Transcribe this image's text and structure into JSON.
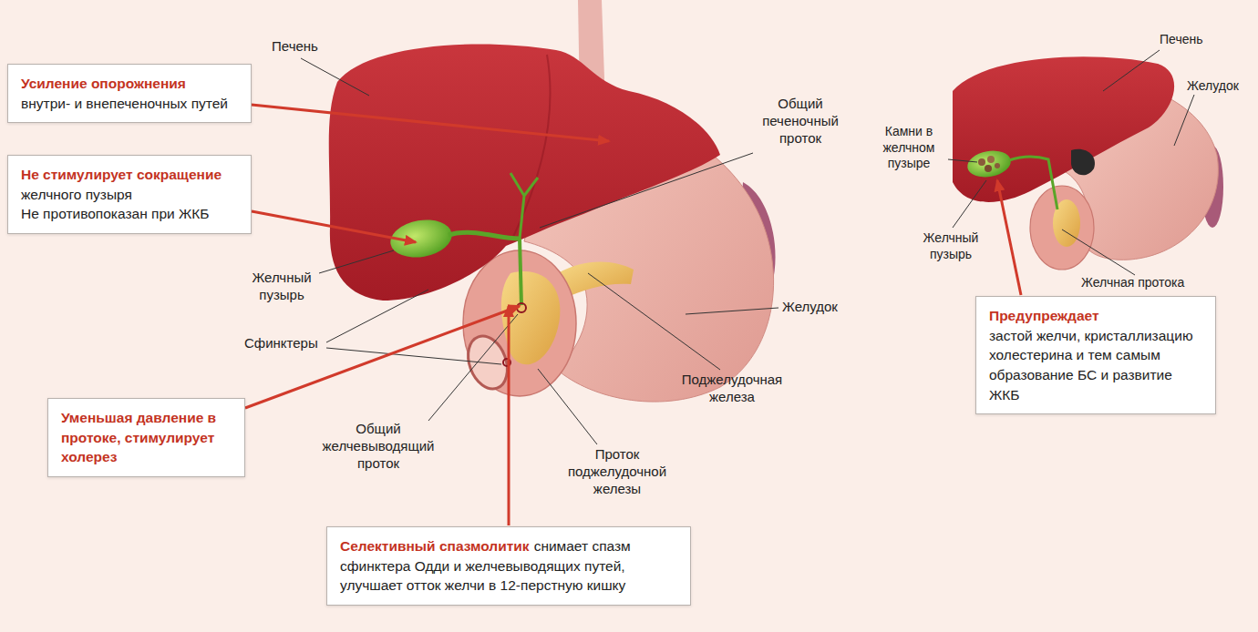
{
  "diagram": {
    "nodes": [
      {
        "text": [
          "Усиление опорожнения",
          "внутри- и внепеченочных путей"
        ]
      },
      {
        "text": [
          "Не стимулирует сокращение",
          "желчного пузыря",
          "Не противопоказан при ЖКБ"
        ]
      },
      {
        "text": [
          "Уменьшая давление в протоке, стимулирует холерез"
        ]
      },
      {
        "text": [
          "Селективный спазмолитик",
          "снимает спазм сфинктера Одди и желчевыводящих путей, улучшает отток желчи в 12-перстную кишку"
        ]
      },
      {
        "text": [
          "Предупреждает",
          "застой желчи, кристаллизацию холестерина и тем самым образование БС и развитие ЖКБ"
        ]
      }
    ],
    "labels": [
      "Печень",
      "Общий печеночный проток",
      "Желчный пузырь",
      "Сфинктеры",
      "Желудок",
      "Поджелудочная железа",
      "Общий желчевыводящий проток",
      "Проток поджелудочной железы",
      "Печень",
      "Желудок",
      "Камни в желчном пузыре",
      "Желчный пузырь",
      "Желчная протока"
    ]
  }
}
